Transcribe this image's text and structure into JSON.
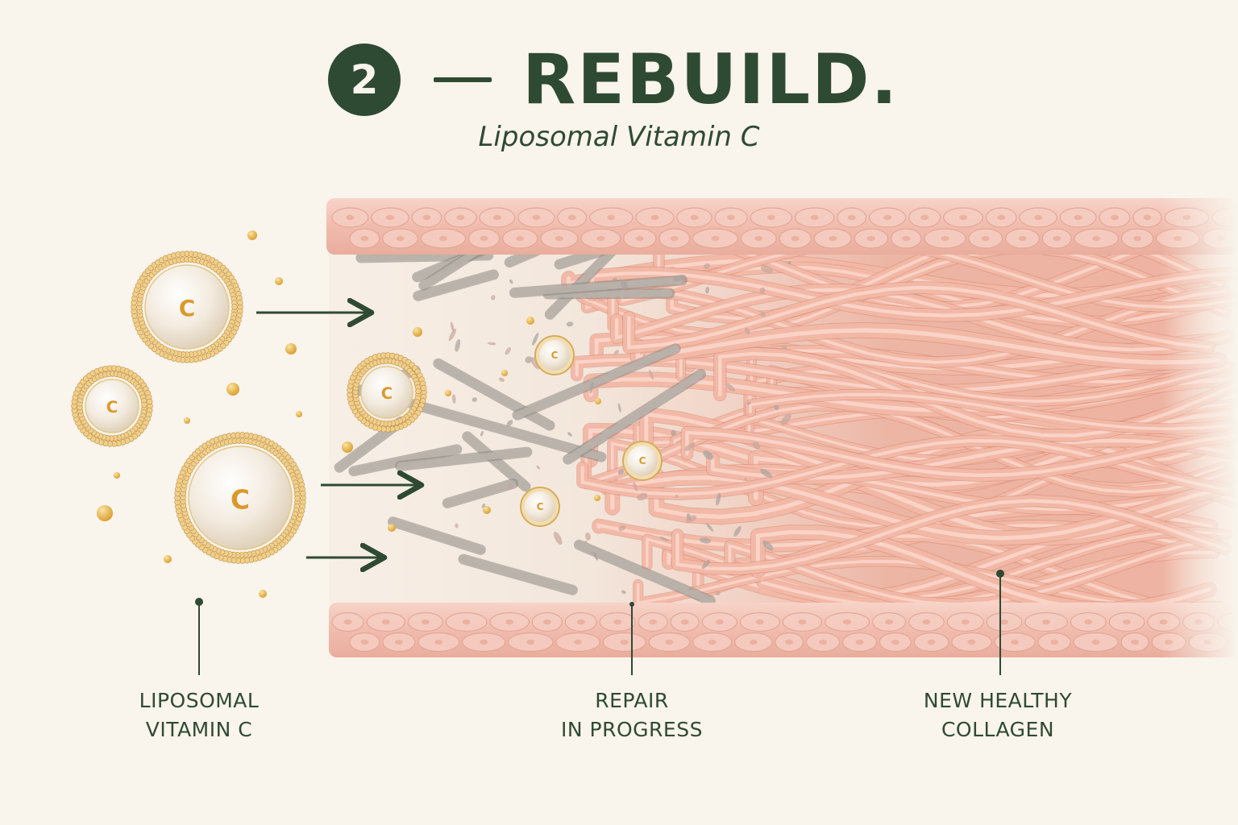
{
  "header": {
    "step_number": "2",
    "title": "REBUILD.",
    "subtitle": "Liposomal Vitamin C"
  },
  "liposome_letter": "C",
  "labels": {
    "left": {
      "line1": "LIPOSOMAL",
      "line2": "VITAMIN C"
    },
    "middle": {
      "line1": "REPAIR",
      "line2": "IN PROGRESS"
    },
    "right": {
      "line1": "NEW HEALTHY",
      "line2": "COLLAGEN"
    }
  },
  "colors": {
    "background": "#f9f4ec",
    "brand_green": "#2f4a33",
    "skin_pink": "#f2c2b4",
    "collagen_pink": "#eaa894",
    "damaged_gray": "#a9a39d",
    "vitamin_gold": "#e2b24a"
  }
}
